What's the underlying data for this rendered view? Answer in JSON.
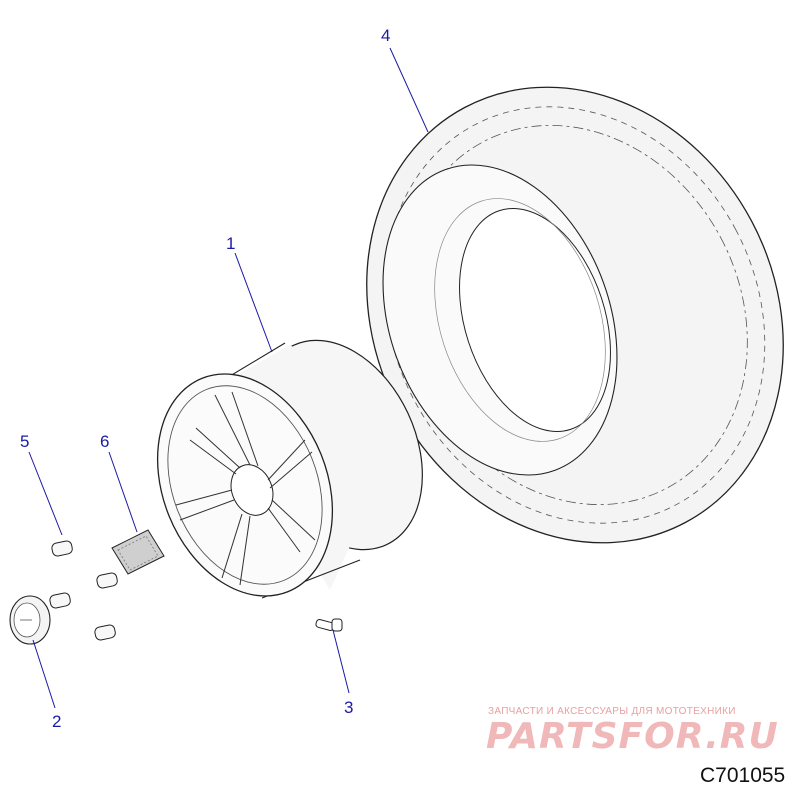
{
  "callouts": {
    "c1": "1",
    "c2": "2",
    "c3": "3",
    "c4": "4",
    "c5": "5",
    "c6": "6"
  },
  "watermark": {
    "line1": "ЗАПЧАСТИ И АКСЕССУАРЫ ДЛЯ МОТОТЕХНИКИ",
    "line2": "PARTSFOR.RU"
  },
  "diagram_code": "C701055",
  "colors": {
    "callout": "#1a1aa6",
    "watermark": "#f0b8b8",
    "outline": "#222222"
  }
}
